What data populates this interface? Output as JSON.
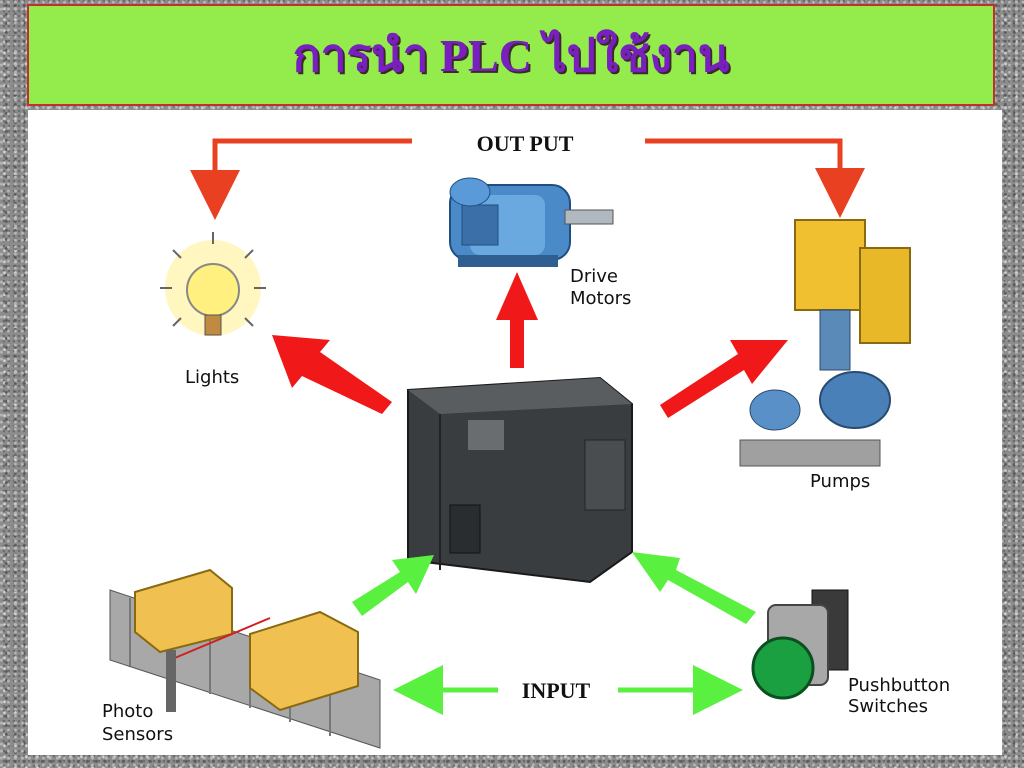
{
  "title": "การนำ PLC ไปใช้งาน",
  "section_labels": {
    "output": "OUT PUT",
    "input": "INPUT"
  },
  "devices": {
    "drive_motors": [
      "Drive",
      "Motors"
    ],
    "lights": "Lights",
    "pumps": "Pumps",
    "photo_sensors": [
      "Photo",
      "Sensors"
    ],
    "pushbutton_switches": [
      "Pushbutton",
      "Switches"
    ]
  },
  "colors": {
    "title_bg": "#93ec4c",
    "title_text": "#7a1fbf",
    "output_arrow": "#f01818",
    "input_arrow": "#5af040",
    "bracket_arrow": "#e84020"
  }
}
